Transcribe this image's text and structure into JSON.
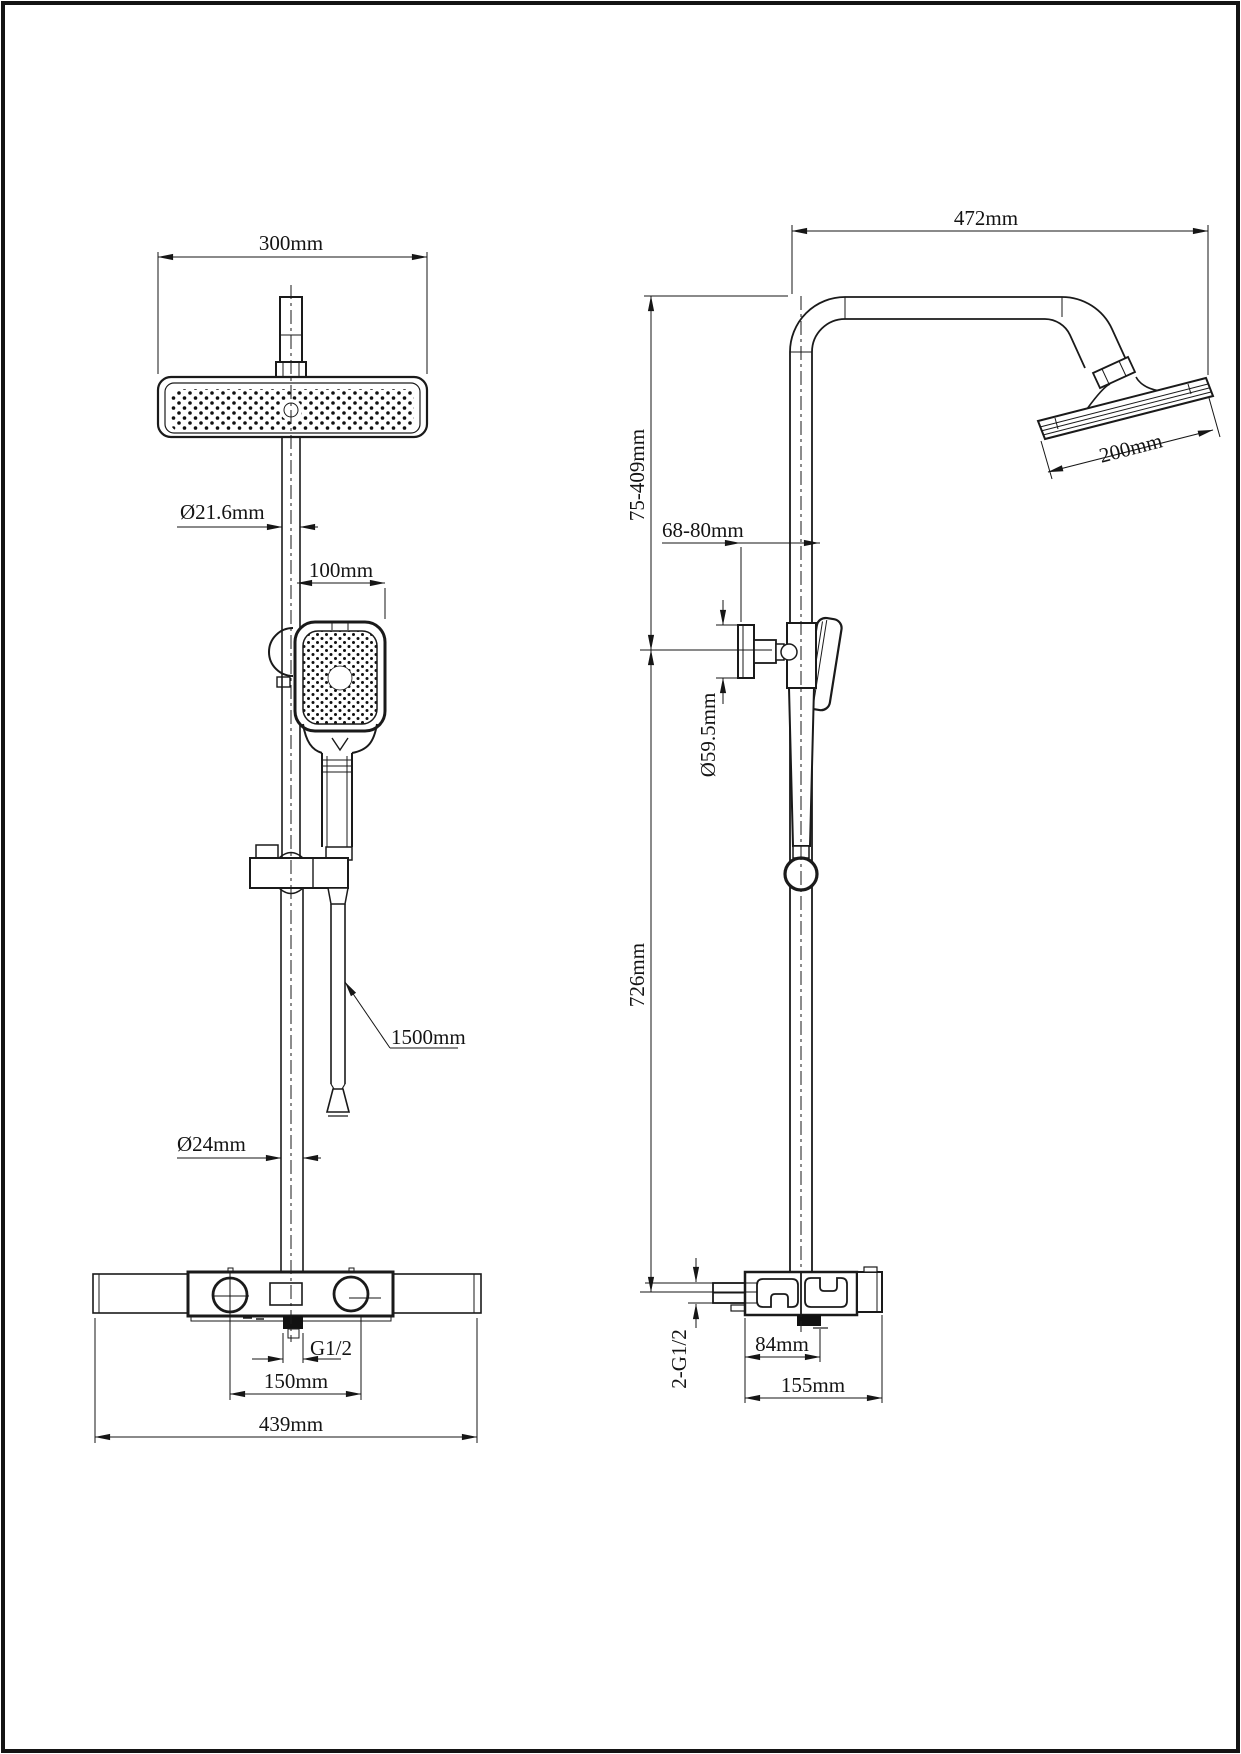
{
  "document": {
    "type": "technical-drawing",
    "subject": "Thermostatic shower column - dimensioned front and side views",
    "background_color": "#ffffff",
    "line_color": "#1a1a1a"
  },
  "front": {
    "dims": {
      "head_width": "300mm",
      "upper_pipe_dia": "Ø21.6mm",
      "hand_shower_offset": "100mm",
      "hose_length": "1500mm",
      "rail_dia": "Ø24mm",
      "outlet_thread": "G1/2",
      "handle_spacing": "150mm",
      "overall_width": "439mm"
    }
  },
  "side": {
    "dims": {
      "arm_reach": "472mm",
      "head_depth": "200mm",
      "upper_adjust_range": "75-409mm",
      "wall_offset_range": "68-80mm",
      "bracket_dia": "Ø59.5mm",
      "rail_height": "726mm",
      "inlet_thread": "2-G1/2",
      "inlet_spacing": "84mm",
      "body_width": "155mm"
    }
  }
}
